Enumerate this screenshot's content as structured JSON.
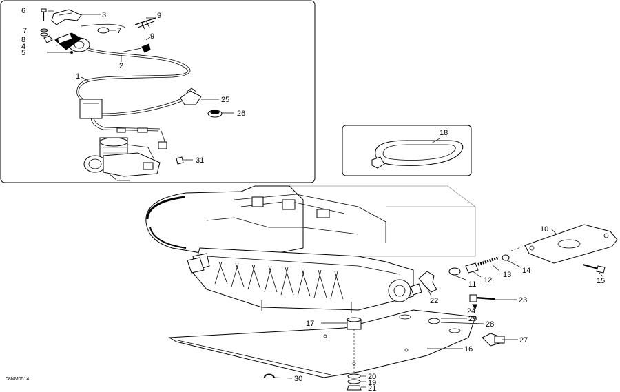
{
  "diagram_code": "08NM0514",
  "callouts": {
    "c1": "1",
    "c2": "2",
    "c3": "3",
    "c4": "4",
    "c5": "5",
    "c6": "6",
    "c7a": "7",
    "c7b": "7",
    "c8": "8",
    "c9a": "9",
    "c9b": "9",
    "c10": "10",
    "c11": "11",
    "c12": "12",
    "c13": "13",
    "c14": "14",
    "c15": "15",
    "c16": "16",
    "c17": "17",
    "c18": "18",
    "c19": "19",
    "c20": "20",
    "c21": "21",
    "c22": "22",
    "c23": "23",
    "c24": "24",
    "c25": "25",
    "c26": "26",
    "c27": "27",
    "c28": "28",
    "c29": "29",
    "c30": "30",
    "c31": "31"
  }
}
